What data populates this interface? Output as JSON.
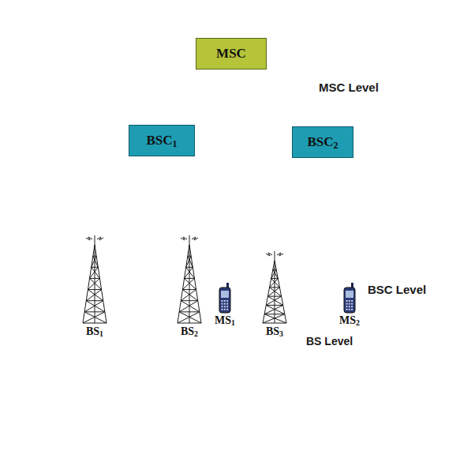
{
  "diagram": {
    "nodes": [
      {
        "text": [
          "MSC Level"
        ]
      },
      {
        "text": [
          "MSC"
        ],
        "in": 0
      },
      {
        "text": [
          "BSC Level"
        ]
      },
      {
        "text": [
          "BSC1"
        ],
        "in": 2
      },
      {
        "text": [
          "BSC2"
        ],
        "in": 2
      },
      {
        "text": [
          "BS1"
        ],
        "in": 2
      },
      {
        "text": [
          "BS2"
        ],
        "in": 2
      },
      {
        "text": [
          "BS Level"
        ],
        "in": 2
      },
      {
        "text": [
          "MS1"
        ],
        "in": 7
      },
      {
        "text": [
          "BS3"
        ],
        "in": 7
      },
      {
        "text": [
          "MS2"
        ],
        "in": 7
      }
    ],
    "edges": [
      {
        "from": 1,
        "to": 3,
        "arrow": "none"
      },
      {
        "from": 1,
        "to": 4,
        "arrow": "none"
      },
      {
        "from": 3,
        "to": 5,
        "arrow": "none"
      },
      {
        "from": 3,
        "to": 6,
        "arrow": "none"
      },
      {
        "from": 4,
        "to": 9,
        "arrow": "none"
      },
      {
        "from": 9,
        "to": 8,
        "arrow": "none"
      },
      {
        "from": 9,
        "to": 10,
        "arrow": "none"
      }
    ]
  }
}
